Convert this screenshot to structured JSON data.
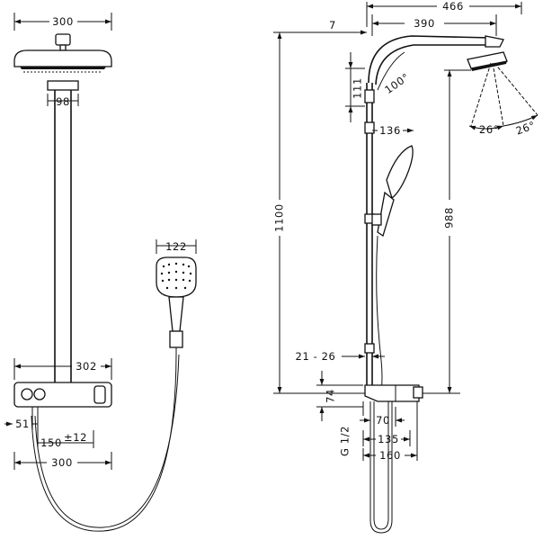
{
  "dims": {
    "front_head_width": "300",
    "front_pipe_width": "98",
    "front_hand_width": "122",
    "front_thermo_width": "302",
    "front_offset": "51",
    "front_center": "150",
    "front_tolerance": "±12",
    "front_bottom_width": "300",
    "side_total_reach": "466",
    "side_offset_7": "7",
    "side_arm_reach": "390",
    "side_angle_100": "100°",
    "side_111": "111",
    "side_angle_26a": "26°",
    "side_angle_26b": "26°",
    "side_136": "136",
    "side_1100": "1100",
    "side_988": "988",
    "side_21_26": "21 - 26",
    "side_74": "74",
    "side_70": "70",
    "side_g12": "G 1/2",
    "side_135": "135",
    "side_160": "160"
  },
  "colors": {
    "line": "#111111",
    "background": "#ffffff"
  }
}
